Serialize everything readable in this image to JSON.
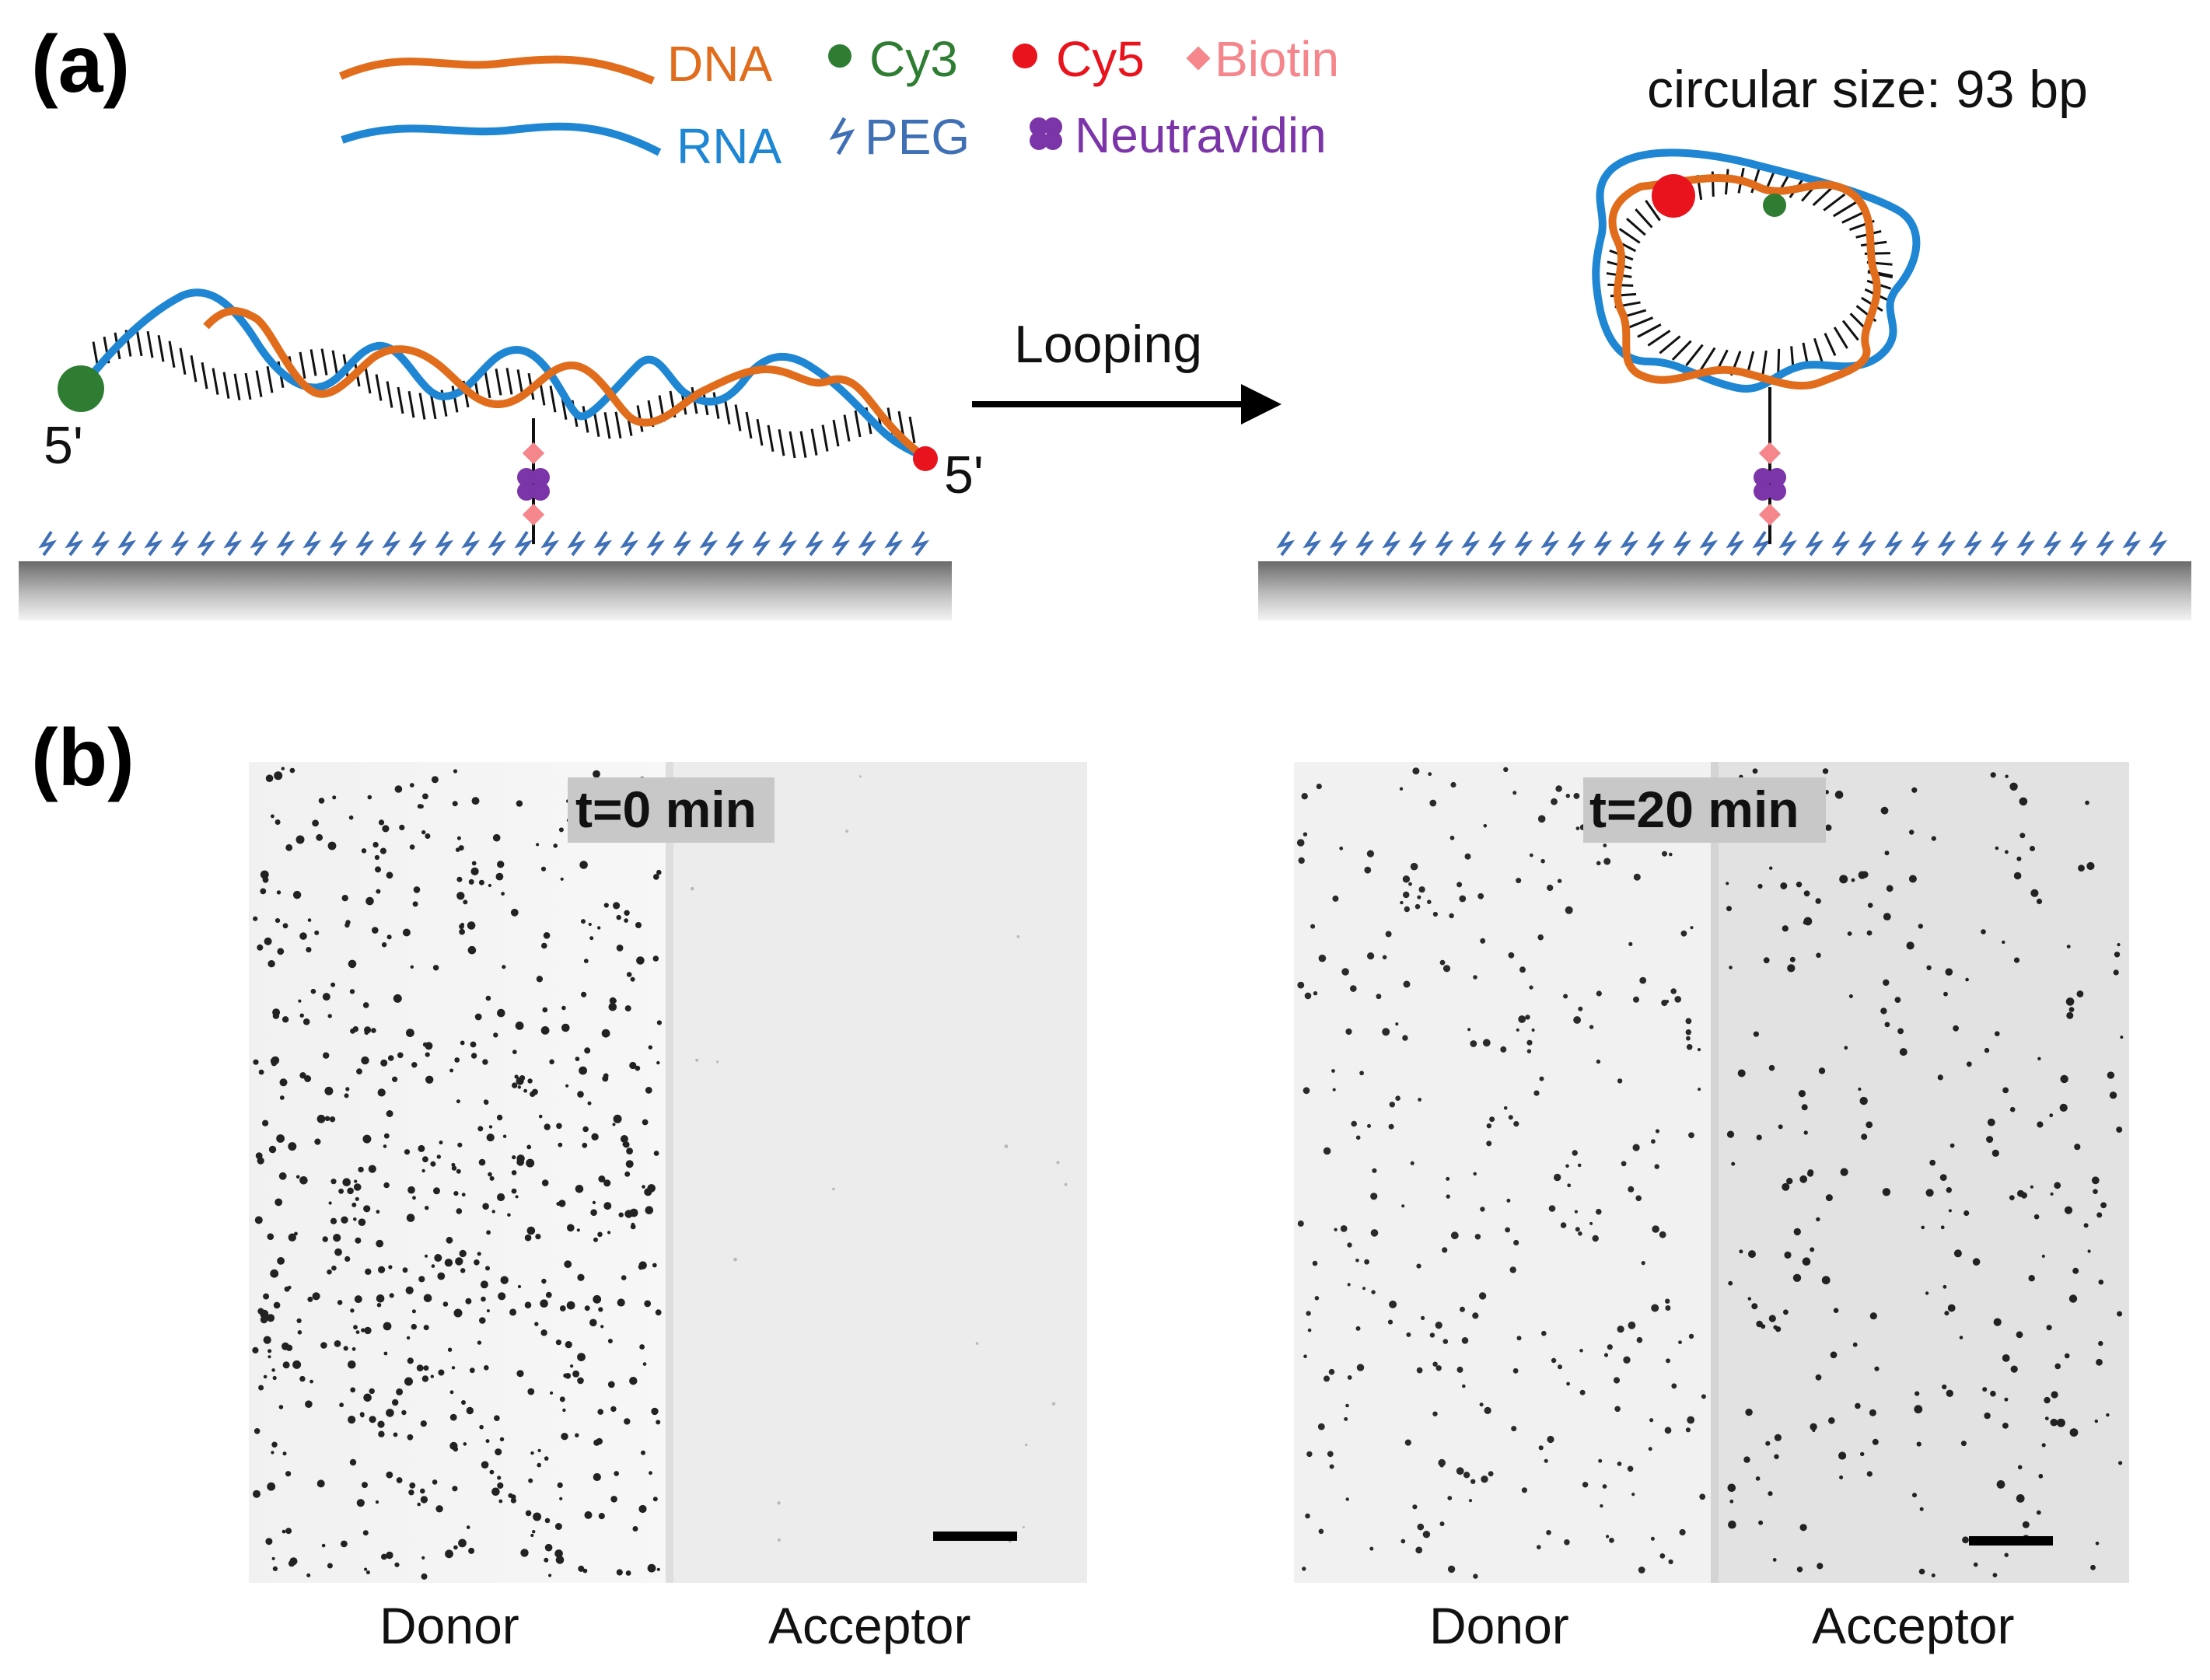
{
  "panel_a": {
    "label": "(a)",
    "legend": {
      "dna": "DNA",
      "rna": "RNA",
      "cy3": "Cy3",
      "cy5": "Cy5",
      "biotin": "Biotin",
      "peg": "PEG",
      "neutravidin": "Neutravidin"
    },
    "five_prime_left": "5'",
    "five_prime_right": "5'",
    "arrow_label": "Looping",
    "circular_size": "circular size: 93 bp"
  },
  "panel_b": {
    "label": "(b)",
    "images": [
      {
        "time_label": "t=0 min",
        "donor_label": "Donor",
        "acceptor_label": "Acceptor",
        "donor_spot_density": "high",
        "acceptor_spot_density": "none"
      },
      {
        "time_label": "t=20 min",
        "donor_label": "Donor",
        "acceptor_label": "Acceptor",
        "donor_spot_density": "medium",
        "acceptor_spot_density": "medium"
      }
    ]
  },
  "colors": {
    "dna": "#e06c1c",
    "rna": "#1f86d3",
    "cy3": "#2e7d32",
    "cy5": "#e8131c",
    "biotin": "#f4868c",
    "peg": "#3f6fb5",
    "neutravidin": "#7b35a8"
  }
}
